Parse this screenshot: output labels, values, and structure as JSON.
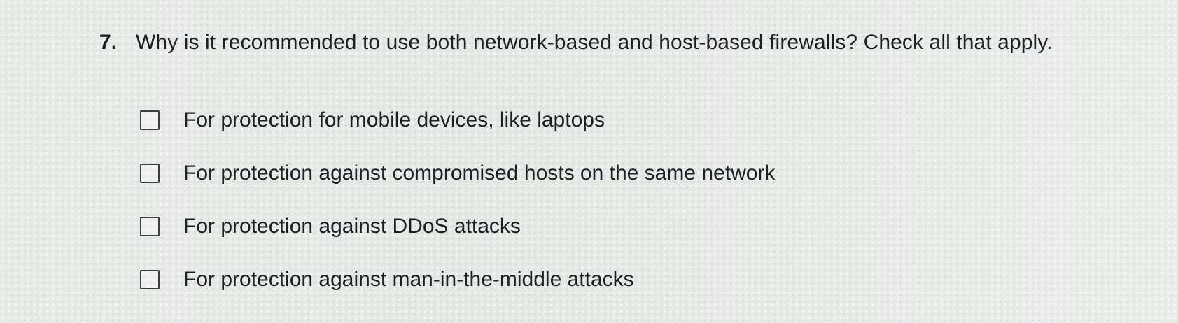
{
  "question": {
    "number": "7.",
    "text": "Why is it recommended to use both network-based and host-based firewalls? Check all that apply."
  },
  "options": [
    {
      "label": "For protection for mobile devices, like laptops",
      "checked": false
    },
    {
      "label": "For protection against compromised hosts on the same network",
      "checked": false
    },
    {
      "label": "For protection against DDoS attacks",
      "checked": false
    },
    {
      "label": "For protection against man-in-the-middle attacks",
      "checked": false
    }
  ]
}
